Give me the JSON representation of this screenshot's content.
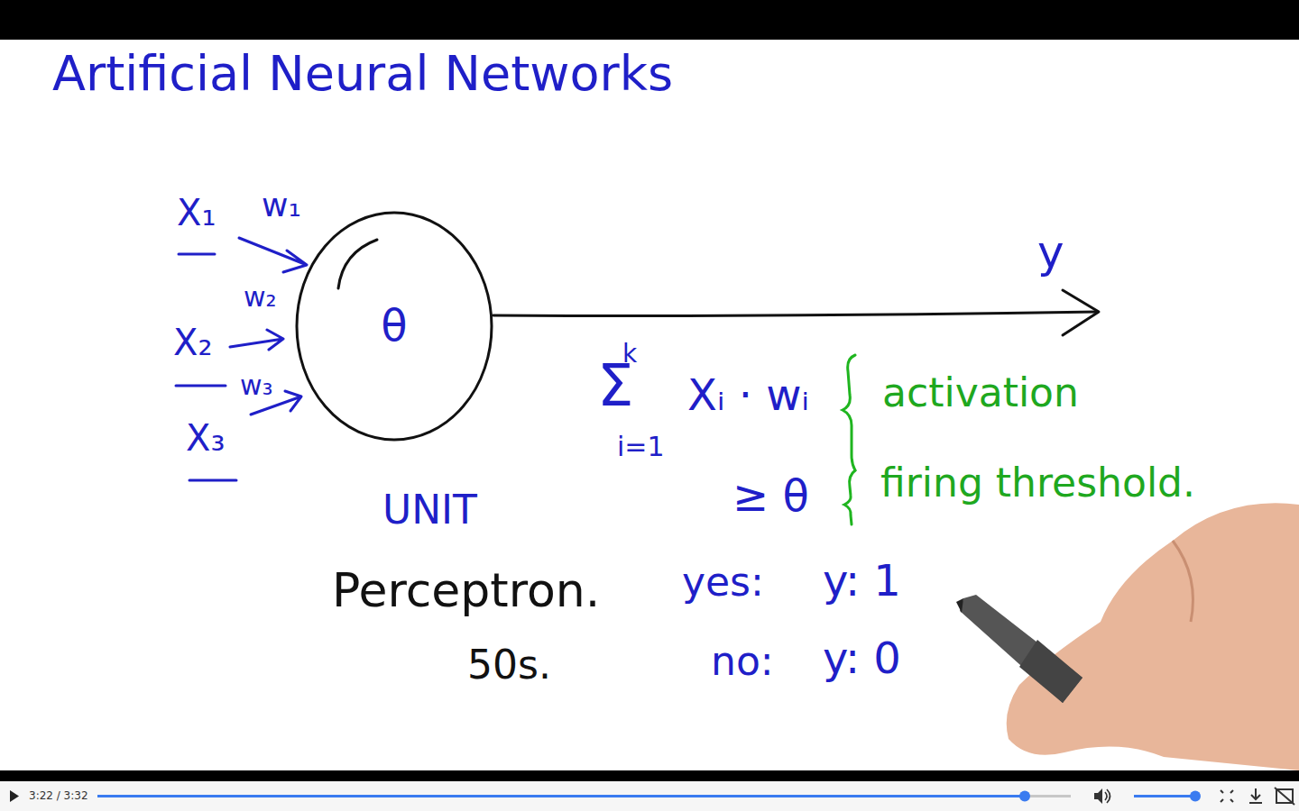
{
  "diagram": {
    "title": "Artificial Neural Networks",
    "nodes": [
      {
        "text": [
          "θ"
        ]
      }
    ],
    "labels": [
      "X₁",
      "w₁",
      "w₂",
      "X₂",
      "w₃",
      "X₃",
      "y",
      "k",
      "Σ",
      "i=1",
      "Xᵢ · wᵢ",
      "activation",
      "≥ θ",
      "firing threshold.",
      "UNIT",
      "Perceptron.",
      "50s.",
      "yes:",
      "y: 1",
      "no:",
      "y: 0",
      "3:22 / 3:32"
    ]
  }
}
